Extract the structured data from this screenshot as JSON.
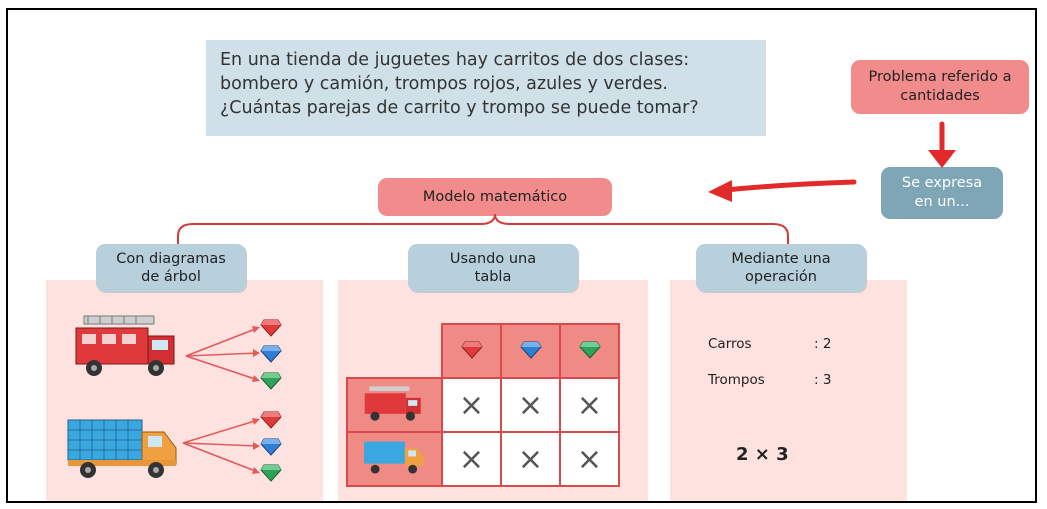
{
  "problem": {
    "lines": [
      "En una tienda de juguetes hay carritos de dos clases:",
      "bombero y camión, trompos rojos, azules y verdes.",
      "¿Cuántas parejas de carrito y trompo se puede tomar?"
    ]
  },
  "flow": {
    "problem_type": "Problema referido a cantidades",
    "expressed_as": "Se expresa en un...",
    "model": "Modelo matemático"
  },
  "methods": [
    {
      "label": "Con diagramas de árbol"
    },
    {
      "label": "Usando una tabla"
    },
    {
      "label": "Mediante una operación"
    }
  ],
  "table": {
    "columns": [
      "red-gem-icon",
      "blue-gem-icon",
      "green-gem-icon"
    ],
    "rows": [
      "fire-truck-icon",
      "blue-truck-icon"
    ],
    "cells": [
      [
        "×",
        "×",
        "×"
      ],
      [
        "×",
        "×",
        "×"
      ]
    ]
  },
  "operation": {
    "carros_label": "Carros",
    "carros_value": ": 2",
    "trompos_label": "Trompos",
    "trompos_value": ": 3",
    "expression": "2 × 3"
  },
  "colors": {
    "red": "#e0393c",
    "blue": "#2f7fd6",
    "green": "#2da35a",
    "pink_box": "#f28b8b",
    "panel": "#fde2df",
    "label_blue": "#b8d0dc",
    "question_bg": "#cfe0e9",
    "arrow": "#e22a2a"
  }
}
